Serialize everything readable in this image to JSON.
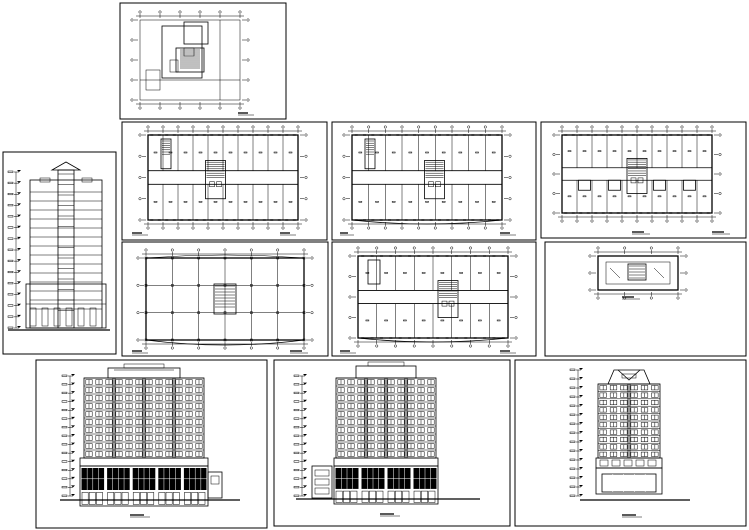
{
  "drawing_set": {
    "sheets": [
      {
        "id": "sheet-site-plan"
      },
      {
        "id": "sheet-section"
      },
      {
        "id": "sheet-floor-plan-1"
      },
      {
        "id": "sheet-floor-plan-2"
      },
      {
        "id": "sheet-floor-plan-3"
      },
      {
        "id": "sheet-floor-plan-4"
      },
      {
        "id": "sheet-floor-plan-5"
      },
      {
        "id": "sheet-roof-plan"
      },
      {
        "id": "sheet-elevation-1"
      },
      {
        "id": "sheet-elevation-2"
      },
      {
        "id": "sheet-elevation-3"
      }
    ]
  },
  "colors": {
    "line": "#000000",
    "paper": "#ffffff"
  }
}
